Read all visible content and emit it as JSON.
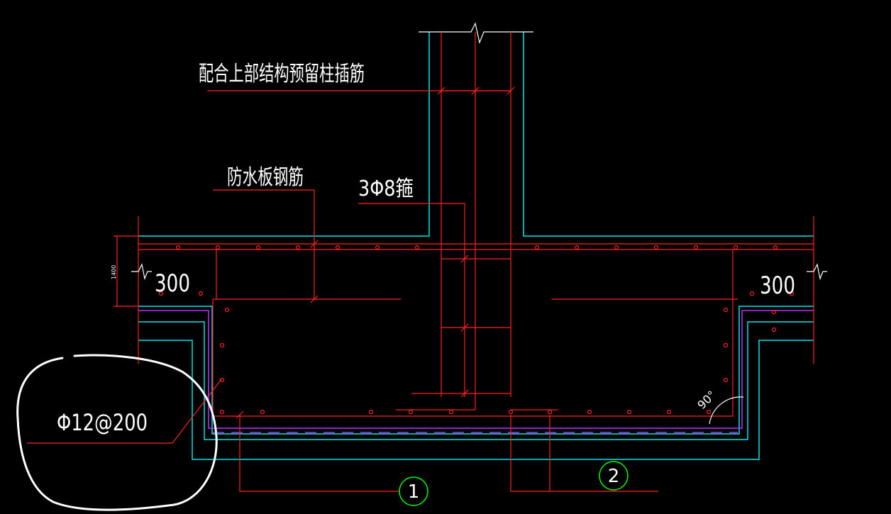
{
  "annotations": {
    "column_dowels": "配合上部结构预留柱插筋",
    "waterproof_slab_rebar": "防水板钢筋",
    "stirrups": "3Φ8箍",
    "left_width": "300",
    "right_width": "300",
    "bottom_rebar": "Φ12@200",
    "slab_thickness": "1400",
    "angle": "90°"
  },
  "markers": {
    "marker_1": "1",
    "marker_2": "2"
  },
  "colors": {
    "background": "#000000",
    "rebar": "#ff2020",
    "concrete_outline": "#00e5e5",
    "waterproof_layer": "#c030ff",
    "text": "#ffffff",
    "marker_circle": "#00ff00",
    "cloud_highlight": "#ffffff"
  }
}
